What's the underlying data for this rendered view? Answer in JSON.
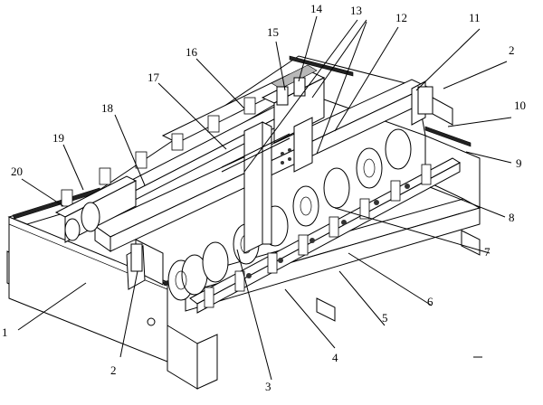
{
  "figure": {
    "labels": [
      {
        "id": "1",
        "text": "1"
      },
      {
        "id": "2a",
        "text": "2"
      },
      {
        "id": "2b",
        "text": "2"
      },
      {
        "id": "3",
        "text": "3"
      },
      {
        "id": "4",
        "text": "4"
      },
      {
        "id": "5",
        "text": "5"
      },
      {
        "id": "6",
        "text": "6"
      },
      {
        "id": "7",
        "text": "7"
      },
      {
        "id": "8",
        "text": "8"
      },
      {
        "id": "9",
        "text": "9"
      },
      {
        "id": "10",
        "text": "10"
      },
      {
        "id": "11",
        "text": "11"
      },
      {
        "id": "12",
        "text": "12"
      },
      {
        "id": "13",
        "text": "13"
      },
      {
        "id": "14",
        "text": "14"
      },
      {
        "id": "15",
        "text": "15"
      },
      {
        "id": "16",
        "text": "16"
      },
      {
        "id": "17",
        "text": "17"
      },
      {
        "id": "18",
        "text": "18"
      },
      {
        "id": "19",
        "text": "19"
      },
      {
        "id": "20",
        "text": "20"
      }
    ]
  }
}
